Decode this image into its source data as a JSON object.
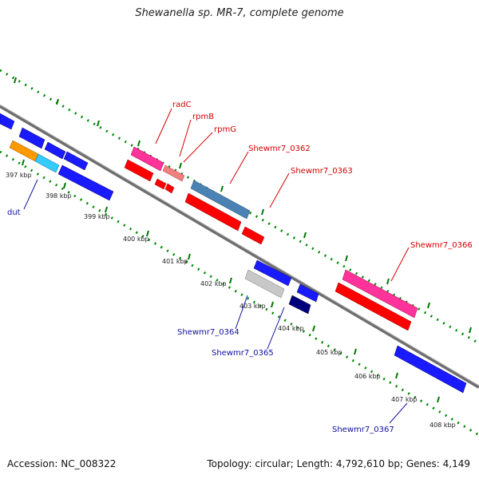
{
  "title": "Shewanella sp. MR-7, complete genome",
  "accession": "Accession: NC_008322",
  "topology": "Topology: circular; Length: 4,792,610 bp; Genes: 4,149",
  "kbp_ticks": [
    "397 kbp",
    "398 kbp",
    "399 kbp",
    "400 kbp",
    "401 kbp",
    "402 kbp",
    "403 kbp",
    "404 kbp",
    "405 kbp",
    "406 kbp",
    "407 kbp",
    "408 kbp"
  ],
  "forward_labels": [
    "radC",
    "rpmB",
    "rpmG",
    "Shewmr7_0362",
    "Shewmr7_0363",
    "Shewmr7_0366"
  ],
  "reverse_labels": [
    "dut",
    "Shewmr7_0364",
    "Shewmr7_0365",
    "Shewmr7_0367"
  ],
  "colors": {
    "forward_label": "#d40000",
    "reverse_label": "#1010a0",
    "backbone": "#808080",
    "dots": "#008800",
    "cds_red": "#ff0000",
    "cds_pink": "#ff3399",
    "cds_steel": "#4a82b4",
    "cds_blue": "#1a1aff",
    "cds_navy": "#00007a",
    "cds_orange": "#ff9900",
    "cds_cyan": "#33ccff",
    "cds_gray": "#c8c8c8",
    "cds_lightpink": "#f08080"
  }
}
